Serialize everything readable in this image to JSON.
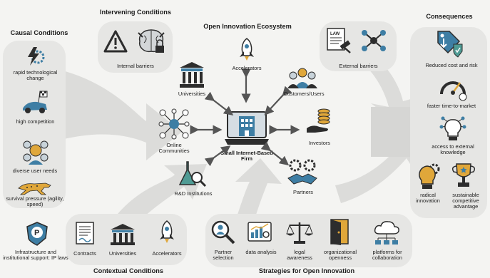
{
  "center": {
    "title": "Open Innovation Ecosystem",
    "firm": "Small Internet-Based Firm"
  },
  "ecosystem": {
    "accelerators": "Accelerators",
    "universities": "Universities",
    "customers": "Customers/Users",
    "online": "Online Communities",
    "investors": "Investors",
    "rd": "R&D Institutions",
    "partners": "Partners"
  },
  "causal": {
    "title": "Causal Conditions",
    "items": [
      "rapid technological change",
      "high competition",
      "diverse user needs",
      "survival pressure (agility, speed)"
    ]
  },
  "intervening": {
    "title": "Intervening Conditions",
    "internal": "Internal barriers",
    "external": "External barriers"
  },
  "consequences": {
    "title": "Consequences",
    "items": [
      "Reduced cost and risk",
      "faster time-to-market",
      "access to external knowledge",
      "radical innovation",
      "sustainable competitive advantage"
    ]
  },
  "contextual": {
    "title": "Contextual Conditions",
    "infrastructure": "Infrastructure and institutional support: IP laws",
    "items": [
      "Contracts",
      "Universities",
      "Accelerators"
    ]
  },
  "strategies": {
    "title": "Strategies for Open Innovation",
    "items": [
      "Partner selection",
      "data analysis",
      "legal awareness",
      "organizational openness",
      "platforms for collaboration"
    ]
  },
  "icons": {
    "lightning": "lightning-gear-icon",
    "racecar": "race-car-flag-icon",
    "people": "diverse-users-icon",
    "cheetah": "cheetah-icon",
    "warning": "warning-triangle-icon",
    "brain": "brain-lock-icon",
    "law": "law-document-gavel-icon",
    "network": "network-nodes-icon",
    "ip": "ip-shield-icon",
    "contract": "contract-icon",
    "university": "university-building-icon",
    "rocket": "rocket-icon",
    "search": "partner-search-icon",
    "chart": "data-analysis-icon",
    "scales": "scales-icon",
    "door": "open-door-icon",
    "cloud": "cloud-platform-icon",
    "tag": "price-tag-shield-icon",
    "gauge": "speedometer-icon",
    "bulb": "lightbulb-network-icon",
    "bulbgear": "lightbulb-gear-icon",
    "trophy": "trophy-icon",
    "laptop": "laptop-building-icon",
    "coins": "coins-hand-icon",
    "handshake": "handshake-gears-icon",
    "flask": "flask-magnifier-icon"
  },
  "colors": {
    "gold": "#e0a73a",
    "blue": "#3e7ea4",
    "teal": "#4f9b94",
    "dark": "#2d2d2d",
    "panel": "#e6e6e4"
  }
}
